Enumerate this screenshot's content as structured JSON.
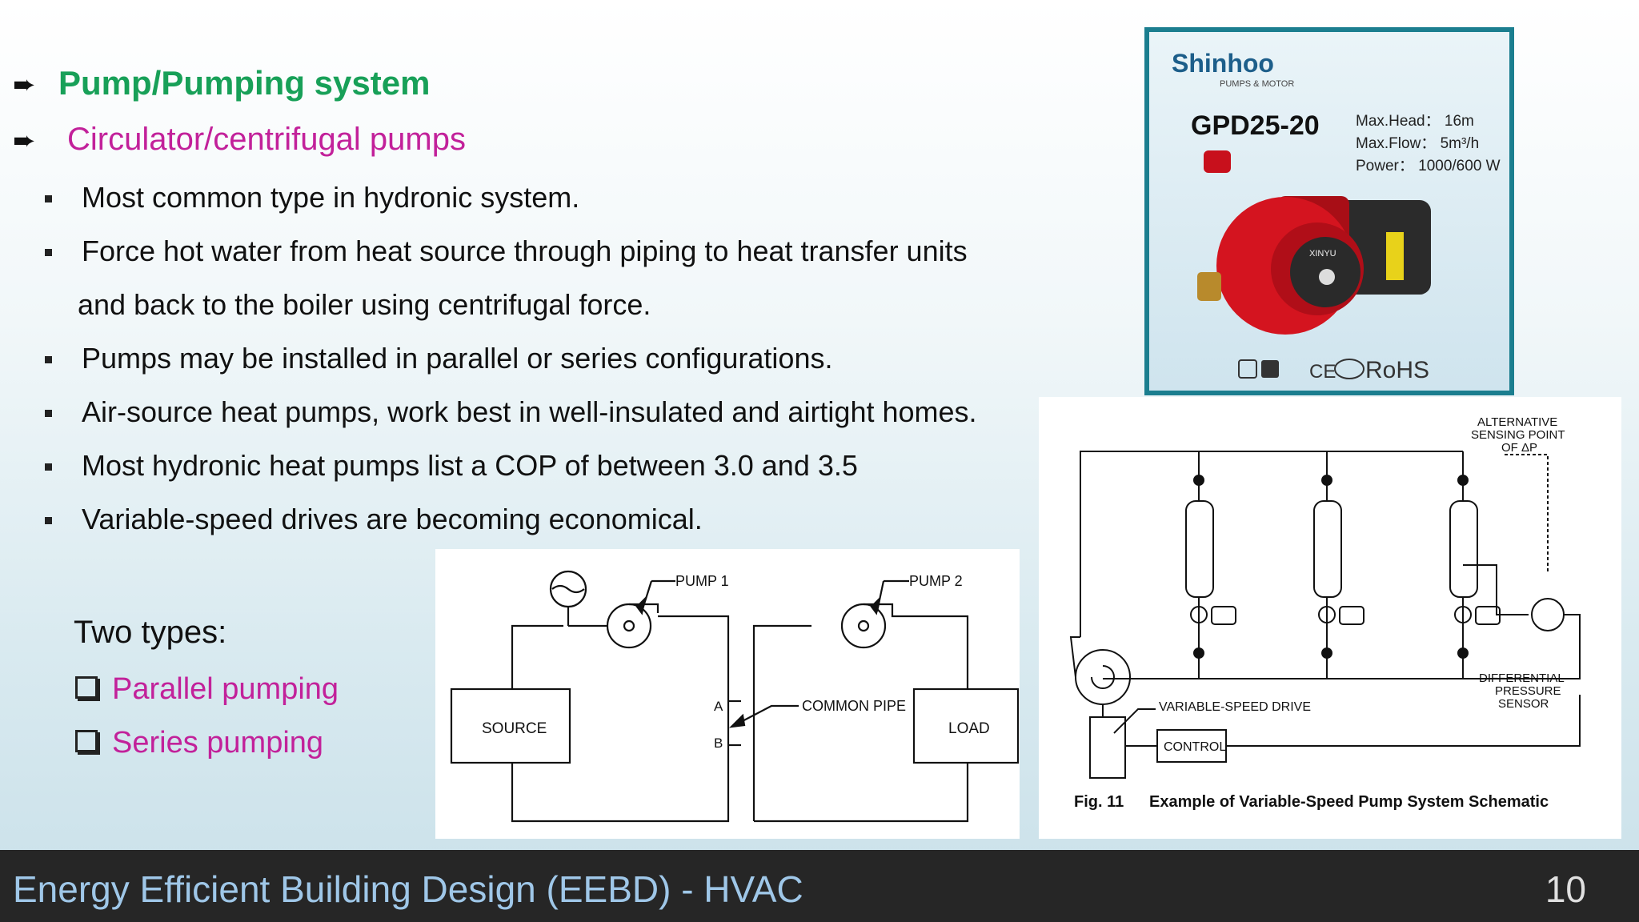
{
  "heading": {
    "title": "Pump/Pumping system",
    "subtitle": "Circulator/centrifugal pumps"
  },
  "bullets": [
    "Most common type in hydronic system.",
    "Force hot water from heat source through piping to heat transfer units",
    "and back to the boiler using centrifugal force.",
    "Pumps may be installed in parallel or series configurations.",
    "Air-source heat pumps, work best in well-insulated and airtight homes.",
    "Most hydronic heat pumps list a COP of between 3.0 and 3.5",
    "Variable-speed drives are becoming economical."
  ],
  "types": {
    "title": "Two types:",
    "items": [
      "Parallel pumping",
      "Series pumping"
    ]
  },
  "product": {
    "brand": "Shinhoo",
    "tagline": "PUMPS & MOTOR",
    "model": "GPD25-20",
    "specs": [
      "Max.Head： 16m",
      "Max.Flow： 5m³/h",
      "Power： 1000/600 W"
    ],
    "pump_label": "XINYU",
    "cert_ce": "CE",
    "cert_rohs": "RoHS"
  },
  "diagram1": {
    "pump1": "PUMP 1",
    "pump2": "PUMP 2",
    "source": "SOURCE",
    "load": "LOAD",
    "common_pipe": "COMMON PIPE",
    "port_a": "A",
    "port_b": "B"
  },
  "diagram2": {
    "alt_sensing": [
      "ALTERNATIVE",
      "SENSING POINT",
      "OF ΔP"
    ],
    "dp_sensor": [
      "DIFFERENTIAL",
      "PRESSURE",
      "SENSOR"
    ],
    "vsd": "VARIABLE-SPEED DRIVE",
    "control": "CONTROL",
    "fig_num": "Fig. 11",
    "fig_caption": "Example of Variable-Speed Pump System Schematic"
  },
  "footer": {
    "title": "Energy Efficient Building Design (EEBD)  - HVAC",
    "page": "10"
  },
  "colors": {
    "heading_green": "#18a058",
    "accent_magenta": "#c2219a",
    "product_border": "#1b7e8f",
    "footer_bg": "#262626",
    "footer_text": "#9fc7e8"
  },
  "icons": [
    "arrow-bullet-icon",
    "square-bullet-icon",
    "checkbox-icon"
  ]
}
